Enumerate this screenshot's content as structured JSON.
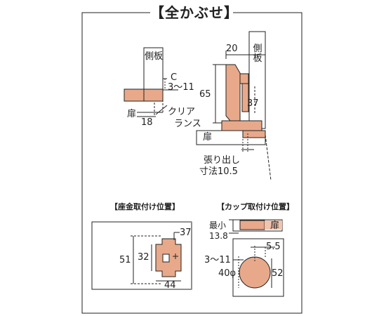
{
  "title": "【全かぶせ】",
  "top_diagram": {
    "left": {
      "side_panel": "側板",
      "c_label": "C",
      "c_range": "3〜11",
      "door": "扉",
      "dim_18": "18",
      "clearance": "クリア",
      "clearance2": "ランス"
    },
    "right": {
      "dim_20": "20",
      "side_panel": "側板",
      "dim_65": "65",
      "dim_37": "37",
      "door": "扉",
      "overhang1": "張り出し",
      "overhang2": "寸法10.5"
    }
  },
  "base_position": {
    "heading": "【座金取付け位置】",
    "dim_37": "37",
    "dim_51": "51",
    "dim_32": "32",
    "dim_44": "44"
  },
  "cup_position": {
    "heading": "【カップ取付け位置】",
    "min_label": "最小",
    "min_value": "13.8",
    "door": "扉",
    "dim_5_5": "5.5",
    "dim_3_11": "3〜11",
    "dim_40": "40φ",
    "dim_52": "52"
  },
  "colors": {
    "hinge_fill": "#e8a98a",
    "door_fill": "#f2c3ad",
    "line": "#222222"
  }
}
